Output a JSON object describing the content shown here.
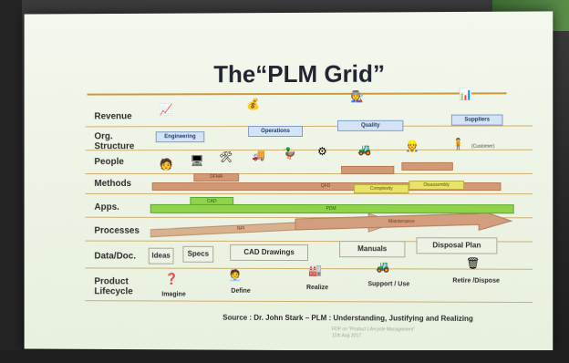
{
  "slide": {
    "title": "The“PLM Grid”",
    "row_labels": [
      "Revenue",
      "Org. Structure",
      "People",
      "Methods",
      "Apps.",
      "Processes",
      "Data/Doc.",
      "Product Lifecycle"
    ],
    "org_boxes": [
      "Engineering",
      "Operations",
      "Quality",
      "Suppliers"
    ],
    "people_note": "(Customer)",
    "methods": [
      "DFMA",
      "QFD",
      "Complexity",
      "Disassembly"
    ],
    "apps": [
      "CAD",
      "PDM"
    ],
    "processes": [
      "NPI",
      "Maintenance"
    ],
    "data_docs": [
      "Ideas",
      "Specs",
      "CAD Drawings",
      "Manuals",
      "Disposal Plan"
    ],
    "lifecycle": [
      "Imagine",
      "Define",
      "Realize",
      "Support / Use",
      "Retire /Dispose"
    ],
    "source": "Source : Dr. John Stark – PLM : Understanding, Justifying and Realizing",
    "footer_line1": "FDP on \"Product Lifecycle Management\"",
    "footer_line2": "11th Aug 2017"
  }
}
